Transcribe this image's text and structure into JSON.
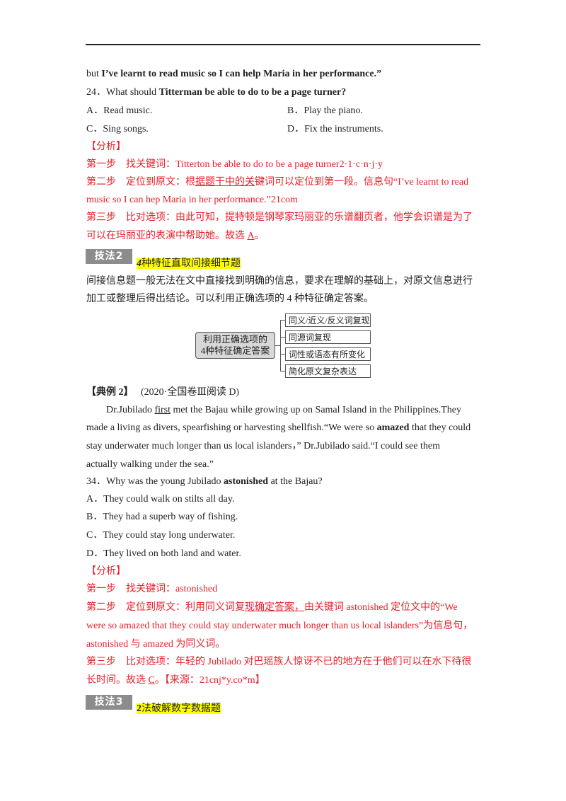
{
  "q24": {
    "intro_plain": "but ",
    "intro_bold": "I’ve learnt to read music so I can help Maria in her performance.”",
    "question_prefix": "24．What should ",
    "question_bold": "Titterman be able to do to be a page turner?",
    "options": [
      "A．Read music.",
      "B．Play the piano.",
      "C．Sing songs.",
      "D．Fix the instruments."
    ],
    "analysis_label": "【分析】",
    "step1": "第一步　找关键词：Titterton be able to do to be a page turner2·1·c·n·j·y",
    "step2_a": "第二步　定位到原文：根",
    "step2_u": "据题干中的关",
    "step2_b": "键词可以定位到第一段。信息句“I’ve learnt to read",
    "step2_c": "music so I can hep Maria in her performance.”21com",
    "step3_a": "第三步　比对选项：由此可知，提特顿是钢琴家玛丽亚的乐谱翻页者，他学会识谱是为了",
    "step3_b": "可以在玛丽亚的表演中帮助她。故选 ",
    "step3_answer": "A",
    "step3_end": "。"
  },
  "technique2": {
    "badge": "技法2",
    "title_num": "4",
    "title": "种特征直取间接细节题",
    "para1": "间接信息题一般无法在文中直接找到明确的信息，要求在理解的基础上，对原文信息进行",
    "para2": "加工或整理后得出结论。可以利用正确选项的 4 种特征确定答案。",
    "diagram": {
      "main_line1": "利用正确选项的",
      "main_line2": "4种特征确定答案",
      "features": [
        "同义/近义/反义词复现",
        "同源词复现",
        "词性或语态有所变化",
        "简化原文复杂表达"
      ]
    }
  },
  "example2": {
    "label": "【典例 2】",
    "source": "(2020·全国卷Ⅲ阅读 D)",
    "passage_1a": "Dr.Jubilado ",
    "passage_1u": "first",
    "passage_1b": "  met the Bajau while growing up on Samal Island in the Philippines.They",
    "passage_2a": "made a living as divers, spearfishing or harvesting shellfish.“We were so ",
    "passage_2b": "amazed",
    "passage_2c": "  that they could",
    "passage_3": "stay underwater much longer than us local islanders，”  Dr.Jubilado said.“I could see them",
    "passage_4": "actually walking under the sea.”",
    "question_prefix": "34．Why was the young Jubilado ",
    "question_bold": "astonished",
    "question_suffix": "  at the Bajau?",
    "options": [
      "A．They could walk on stilts all day.",
      "B．They had a superb way of fishing.",
      "C．They could stay long underwater.",
      "D．They lived on both land and water."
    ],
    "analysis_label": "【分析】",
    "step1": "第一步　找关键词：astonished",
    "step2_a": "第二步　定位到原文：利用同义词复",
    "step2_u": "现确定答案，",
    "step2_b": "由关键词 astonished 定位文中的“We",
    "step2_c": "were so amazed that they could stay underwater much longer than us local islanders”为信息句，",
    "step2_d": "astonished 与 amazed 为同义词。",
    "step3_a": "第三步　比对选项：年轻的 Jubilado 对巴瑶族人惊讶不已的地方在于他们可以在水下待很",
    "step3_b": "长时间。故选 ",
    "step3_answer": "C",
    "step3_end": "。【来源：21cnj*y.co*m】"
  },
  "technique3": {
    "badge": "技法3",
    "title_num": "2",
    "title": "法破解数字数据题"
  }
}
